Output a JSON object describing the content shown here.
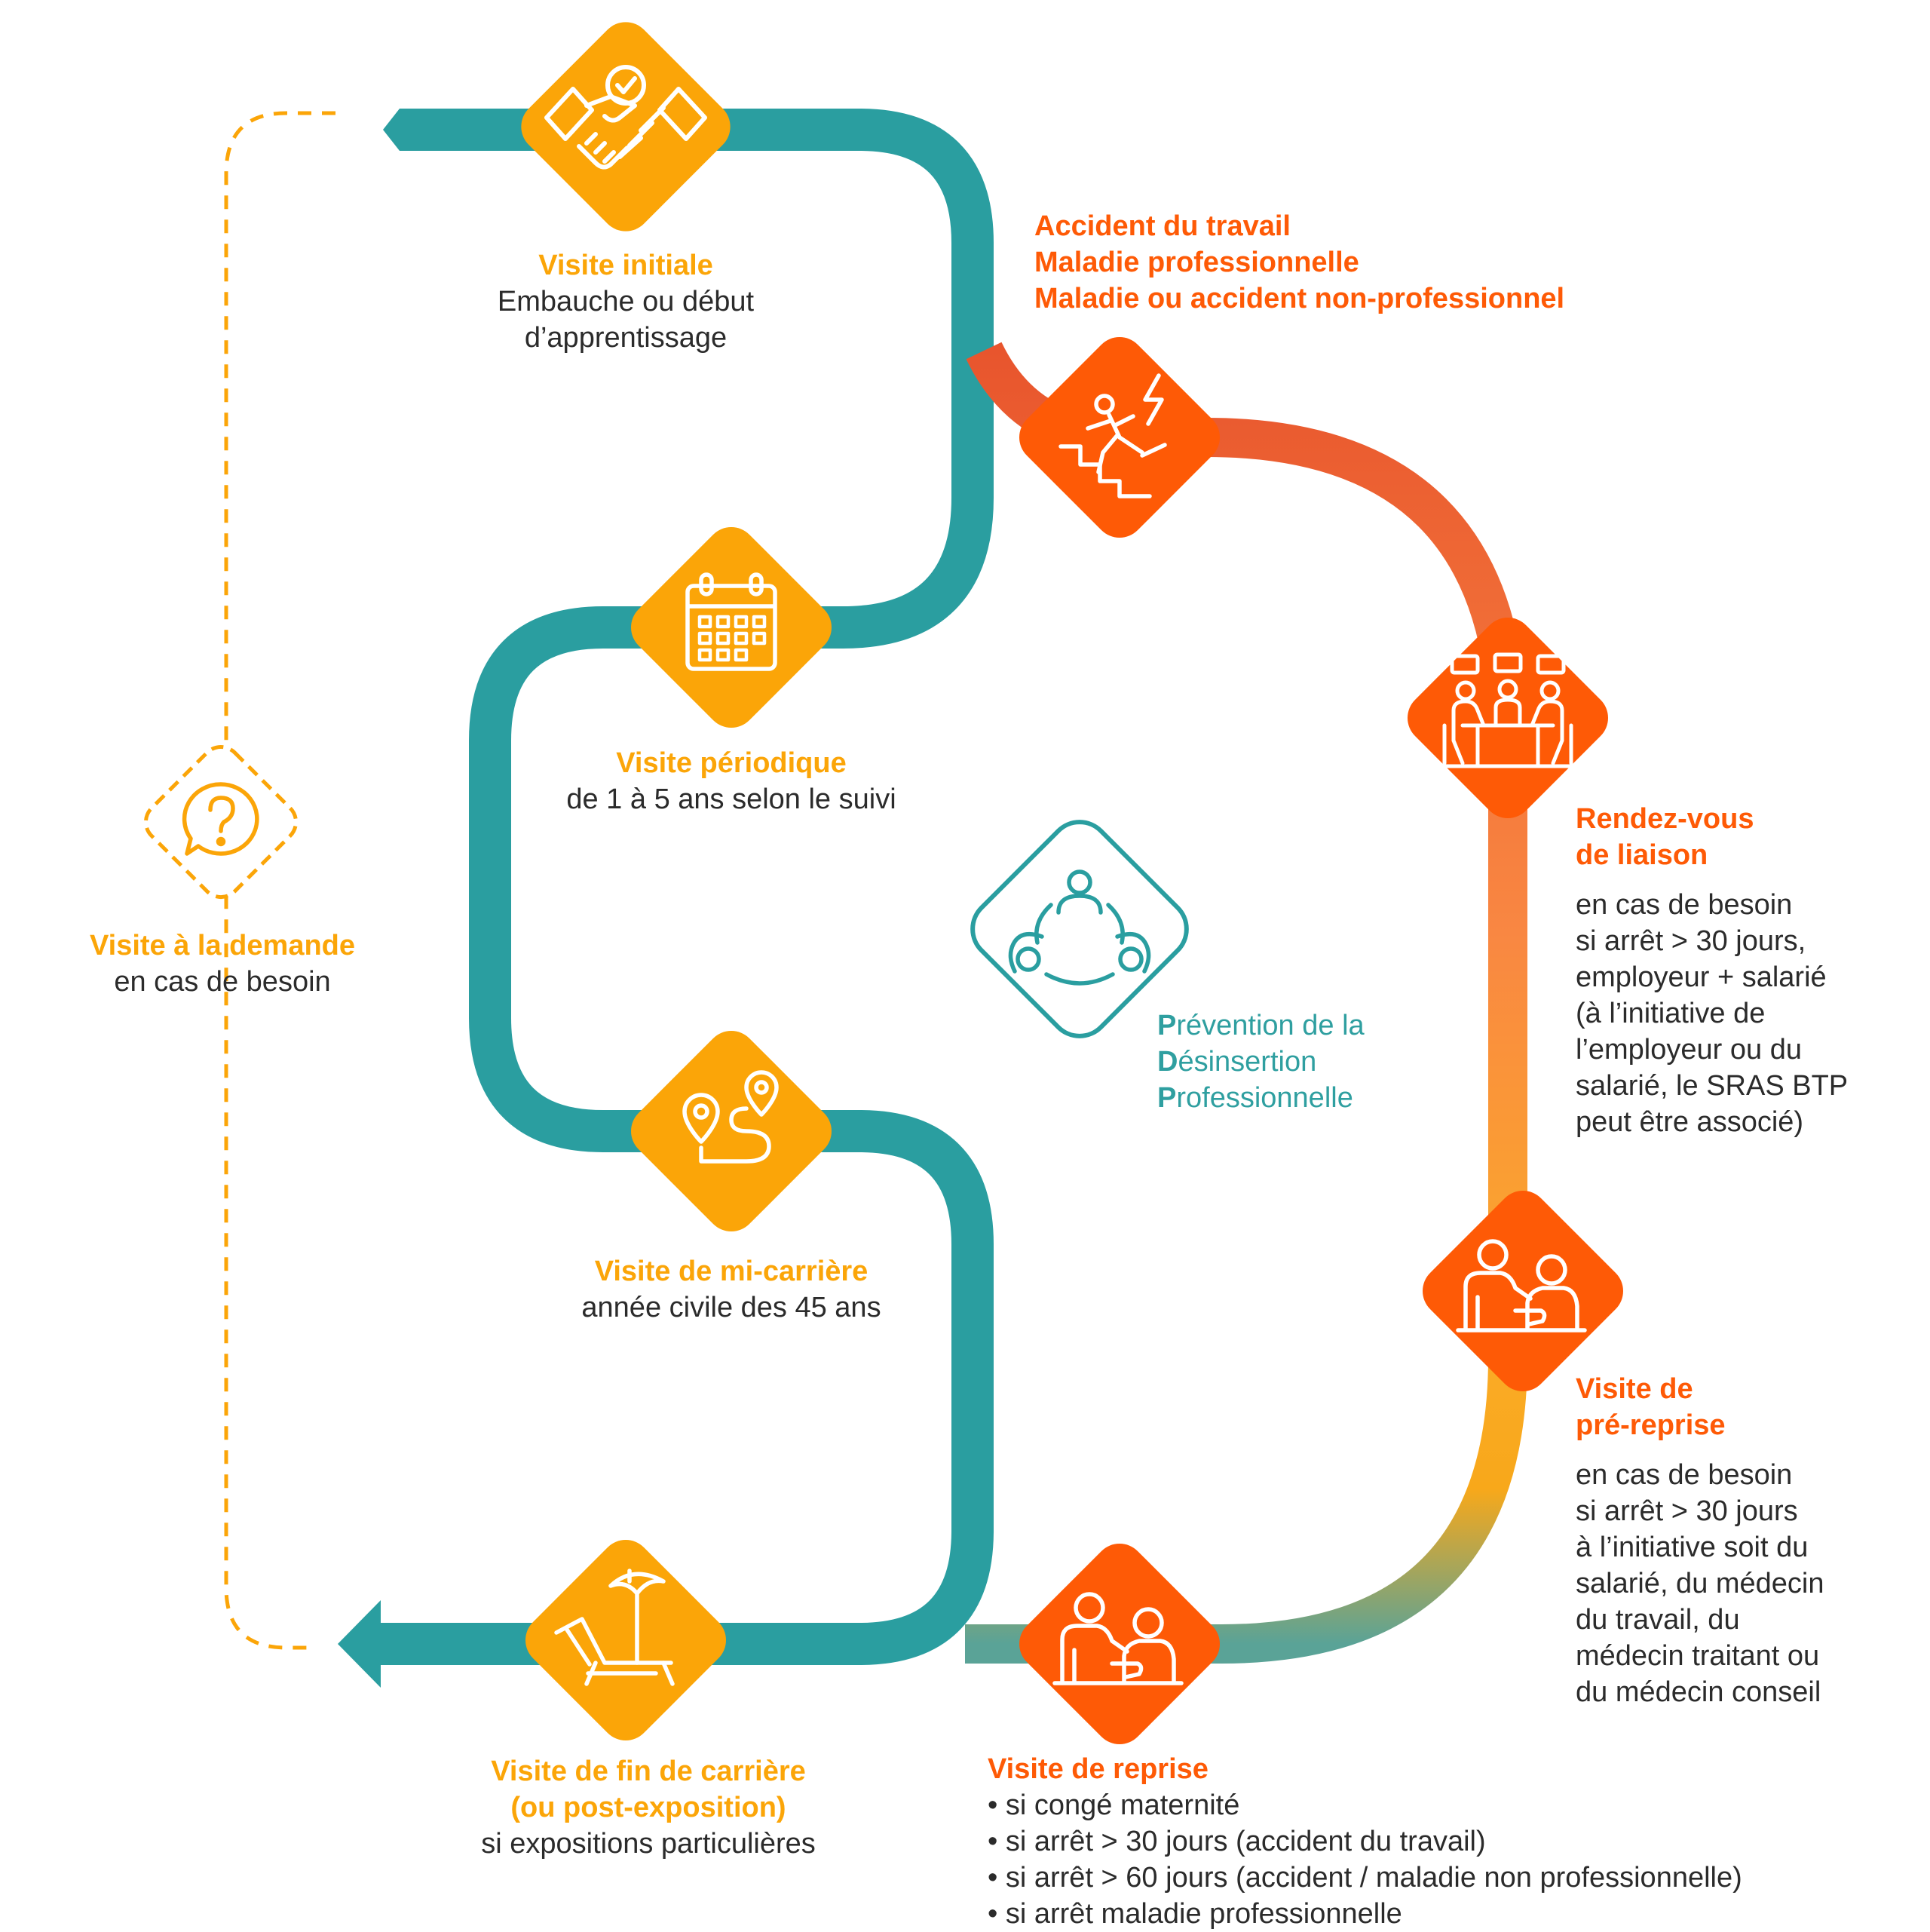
{
  "colors": {
    "teal": "#2a9ea0",
    "orange": "#fba508",
    "red_orange": "#fe5a06",
    "text": "#2b2b2b"
  },
  "nodes": {
    "visite_initiale": {
      "title": "Visite initiale",
      "lines": [
        "Embauche ou début",
        "d’apprentissage"
      ],
      "icon": "handshake-icon"
    },
    "visite_periodique": {
      "title": "Visite périodique",
      "lines": [
        "de 1 à 5 ans selon le suivi"
      ],
      "icon": "calendar-icon"
    },
    "visite_mi_carriere": {
      "title": "Visite de mi-carrière",
      "lines": [
        "année civile des 45 ans"
      ],
      "icon": "route-pins-icon"
    },
    "visite_fin_carriere": {
      "title_lines": [
        "Visite de fin de carrière",
        "(ou post-exposition)"
      ],
      "lines": [
        "si expositions particulières"
      ],
      "icon": "beach-chair-icon"
    },
    "visite_demande": {
      "title": "Visite à la demande",
      "lines": [
        "en cas de besoin"
      ],
      "icon": "question-bubble-icon"
    },
    "accident": {
      "title_lines": [
        "Accident du travail",
        "Maladie professionnelle",
        "Maladie ou accident non-professionnel"
      ],
      "icon": "fall-accident-icon"
    },
    "rendez_vous": {
      "title_lines": [
        "Rendez-vous",
        "de liaison"
      ],
      "lines": [
        "en cas de besoin",
        "si arrêt > 30 jours,",
        "employeur + salarié",
        "(à l’initiative de",
        "l’employeur ou du",
        "salarié, le SRAS BTP",
        "peut être associé)"
      ],
      "icon": "meeting-icon"
    },
    "pre_reprise": {
      "title_lines": [
        "Visite de",
        "pré-reprise"
      ],
      "lines": [
        "en cas de besoin",
        "si arrêt > 30 jours",
        "à l’initiative soit du",
        "salarié, du médecin",
        "du travail, du",
        "médecin traitant ou",
        "du médecin conseil"
      ],
      "icon": "consultation-icon"
    },
    "reprise": {
      "title": "Visite de reprise",
      "lines": [
        "• si congé maternité",
        "• si arrêt > 30 jours (accident du travail)",
        "• si arrêt > 60 jours (accident / maladie non professionnelle)",
        "• si arrêt maladie professionnelle"
      ],
      "icon": "consultation-icon"
    },
    "pdp": {
      "lines": [
        {
          "initial": "P",
          "rest": "révention de la"
        },
        {
          "initial": "D",
          "rest": "ésinsertion"
        },
        {
          "initial": "P",
          "rest": "rofessionnelle"
        }
      ],
      "icon": "team-circle-icon"
    }
  }
}
